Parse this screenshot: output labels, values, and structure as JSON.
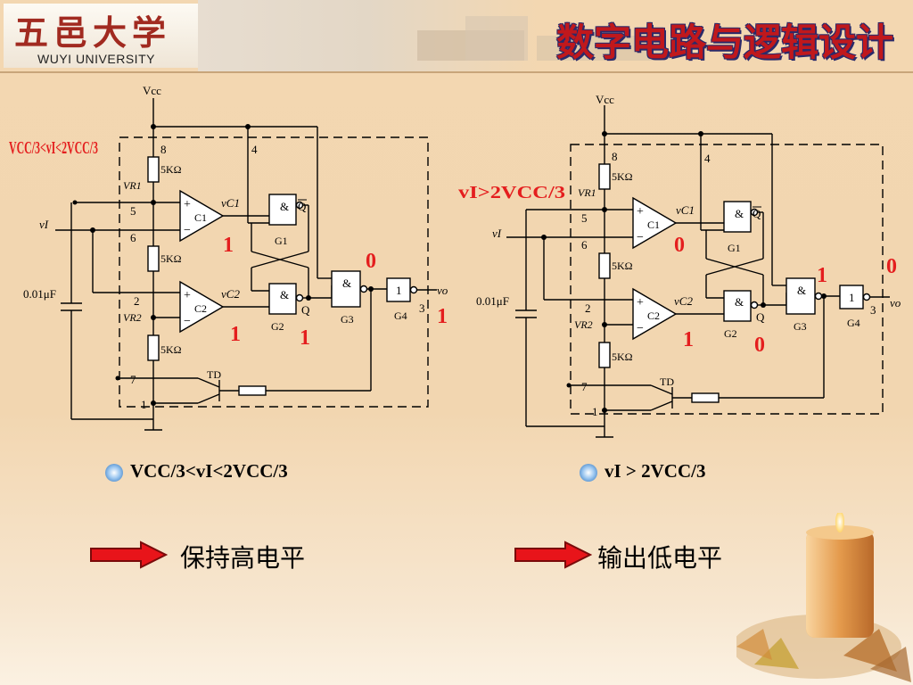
{
  "header": {
    "logo_cn": "五邑大学",
    "logo_en": "WUYI UNIVERSITY",
    "title": "数字电路与逻辑设计"
  },
  "left_circuit": {
    "vcc": "Vcc",
    "pins": [
      "8",
      "4",
      "5",
      "6",
      "2",
      "7",
      "1",
      "3"
    ],
    "resistor": "5KΩ",
    "vr1": "VR1",
    "vr2": "VR2",
    "cap": "0.01μF",
    "comparators": [
      "C1",
      "C2"
    ],
    "gates": [
      "G1",
      "G2",
      "G3",
      "G4"
    ],
    "vc1": "vC1",
    "vc2": "vC2",
    "vi": "vI",
    "vo": "vo",
    "td": "TD",
    "q": "Q",
    "q_bar": "Q",
    "and_sym": "&",
    "one_sym": "1",
    "condition": "VCC/3<vI<2VCC/3",
    "states": {
      "c1": "1",
      "c2": "1",
      "g1_out": "0",
      "g2_out": "1",
      "g4_out": "1"
    }
  },
  "right_circuit": {
    "vcc": "Vcc",
    "condition": "vI>2VCC/3",
    "states": {
      "c1": "0",
      "c2": "1",
      "g1_out": "1",
      "g2_out": "0",
      "g4_out": "0"
    }
  },
  "captions": {
    "left": "VCC/3<vI<2VCC/3",
    "right": "vI > 2VCC/3"
  },
  "results": {
    "left": "保持高电平",
    "right": "输出低电平"
  },
  "colors": {
    "title": "#c0181c",
    "state": "#e41e1e",
    "arrow": "#e8141a"
  }
}
